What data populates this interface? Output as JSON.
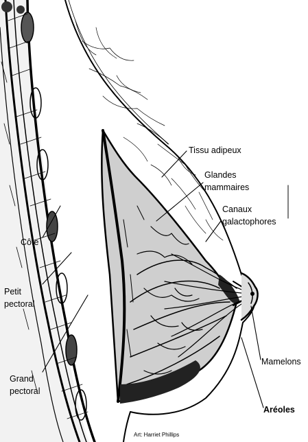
{
  "labels": {
    "tissu": "Tissu adipeux",
    "glandes_1": "Glandes",
    "glandes_2": "mammaires",
    "canaux_1": "Canaux",
    "canaux_2": "galactophores",
    "cote": "Côte",
    "petit_1": "Petit",
    "petit_2": "pectoral",
    "grand_1": "Grand",
    "grand_2": "pectoral",
    "mamelons": "Mamelons",
    "areoles": "Aréoles"
  },
  "credit": "Art: Harriet Phillips",
  "colors": {
    "ink": "#000000",
    "paper": "#ffffff"
  }
}
